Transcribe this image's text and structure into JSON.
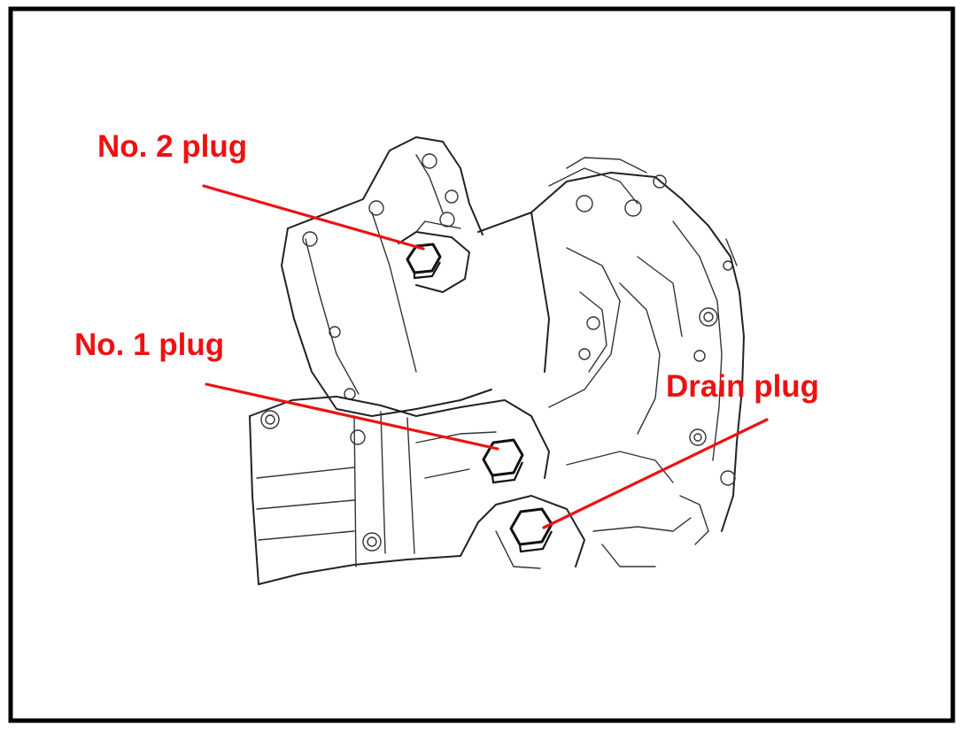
{
  "figure": {
    "subject": "transmission-case-plugs",
    "frame_color": "#000000",
    "line_color": "#222222",
    "callout_color": "#ee1111"
  },
  "callouts": [
    {
      "id": "no2",
      "label": "No. 2 plug"
    },
    {
      "id": "no1",
      "label": "No. 1 plug"
    },
    {
      "id": "drain",
      "label": "Drain plug"
    }
  ]
}
